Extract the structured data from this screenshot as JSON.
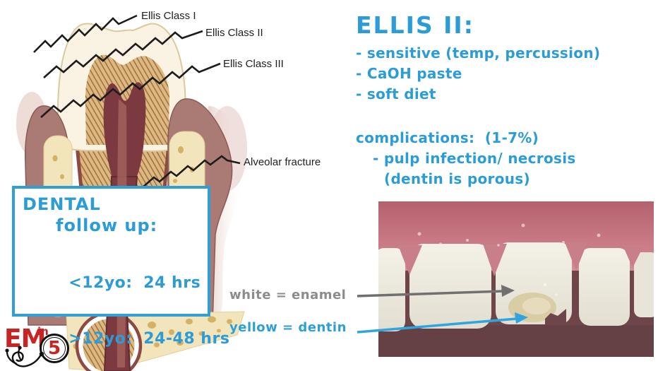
{
  "colors": {
    "accent_blue": "#2b9cd8",
    "box_border_blue": "#2f9fd6",
    "label_gray": "#8c8c8c",
    "arrow_blue": "#2ea5df",
    "arrow_gray": "#707070",
    "logo_red": "#c92424"
  },
  "diagram": {
    "labels": {
      "class1": "Ellis Class I",
      "class2": "Ellis Class II",
      "class3": "Ellis Class III",
      "alveolar": "Alveolar fracture"
    }
  },
  "follow_up_box": {
    "title": "DENTAL",
    "subtitle": "follow up:",
    "rows": [
      {
        "label": "<12yo:",
        "value": "24 hrs"
      },
      {
        "label": ">12yo:",
        "value": "24-48 hrs"
      }
    ]
  },
  "notes": {
    "heading": "ELLIS II:",
    "bullets": [
      "- sensitive (temp, percussion)",
      "- CaOH paste",
      "- soft diet"
    ],
    "complications_heading": "complications:  (1-7%)",
    "complications": [
      "- pulp infection/ necrosis",
      "(dentin is porous)"
    ]
  },
  "photo_labels": {
    "enamel": "white = enamel",
    "dentin": "yellow = dentin"
  },
  "logo": {
    "em": "EM",
    "sup": "in",
    "number": "5"
  }
}
